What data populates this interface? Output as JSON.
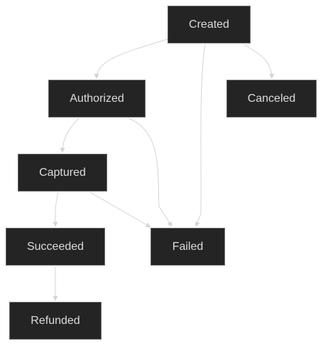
{
  "diagram": {
    "type": "state-flowchart",
    "colors": {
      "node_fill": "#232423",
      "node_border": "#6a6a6a",
      "node_text": "#dcdcdc",
      "edge": "#d4d4d4",
      "background": "#ffffff"
    },
    "nodes": [
      {
        "id": "created",
        "label": "Created"
      },
      {
        "id": "authorized",
        "label": "Authorized"
      },
      {
        "id": "canceled",
        "label": "Canceled"
      },
      {
        "id": "captured",
        "label": "Captured"
      },
      {
        "id": "succeeded",
        "label": "Succeeded"
      },
      {
        "id": "failed",
        "label": "Failed"
      },
      {
        "id": "refunded",
        "label": "Refunded"
      }
    ],
    "edges": [
      {
        "from": "created",
        "to": "authorized"
      },
      {
        "from": "created",
        "to": "canceled"
      },
      {
        "from": "created",
        "to": "failed"
      },
      {
        "from": "authorized",
        "to": "captured"
      },
      {
        "from": "authorized",
        "to": "failed"
      },
      {
        "from": "captured",
        "to": "succeeded"
      },
      {
        "from": "captured",
        "to": "failed"
      },
      {
        "from": "succeeded",
        "to": "refunded"
      }
    ]
  }
}
